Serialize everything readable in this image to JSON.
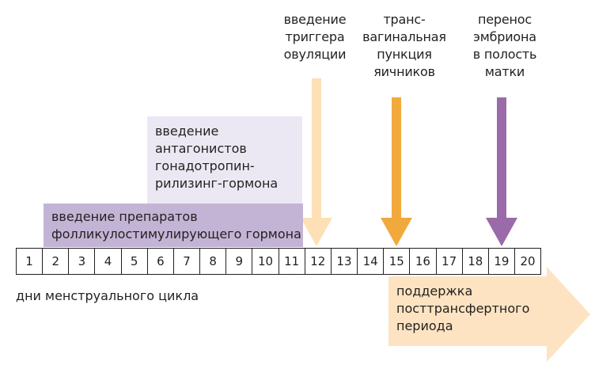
{
  "colors": {
    "trigger_arrow": "#fde0b6",
    "puncture_arrow": "#f2a93c",
    "transfer_arrow": "#9b6aa8",
    "antagonist_box": "#ece8f3",
    "fsh_box": "#c3b4d5",
    "support_arrow": "#fde3c1"
  },
  "labels": {
    "trigger": "введение\nтриггера\nовуляции",
    "puncture": "транс-\nвагинальная\nпункция\nяичников",
    "transfer": "перенос\nэмбриона\nв полость\nматки"
  },
  "antagonist_box": {
    "text": "введение\nантагонистов\nгонадотропин-\nрилизинг-гормона"
  },
  "fsh_box": {
    "text": "введение препаратов\nфолликулостимулирующего гормона"
  },
  "timeline": {
    "days": [
      "1",
      "2",
      "3",
      "4",
      "5",
      "6",
      "7",
      "8",
      "9",
      "10",
      "11",
      "12",
      "13",
      "14",
      "15",
      "16",
      "17",
      "18",
      "19",
      "20"
    ],
    "caption": "дни менструального цикла"
  },
  "support_box": {
    "text": "поддержка\nпосттрансфертного\nпериода"
  }
}
